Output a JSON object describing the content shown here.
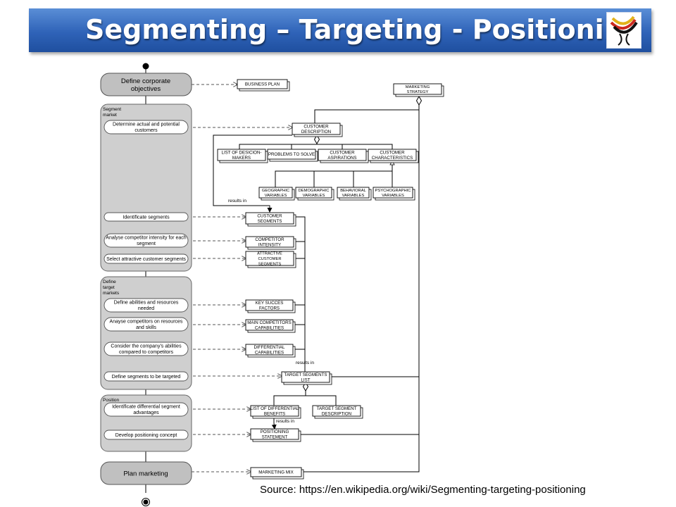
{
  "title": "Segmenting – Targeting - Positioning",
  "source": "Source: https://en.wikipedia.org/wiki/Segmenting-targeting-positioning",
  "logo_icon": "dna-helix-logo",
  "colors": {
    "banner": "#2f63b8",
    "activity_fill": "#c0c0c0",
    "group_fill": "#cfcfcf"
  },
  "diagram": {
    "start": {
      "label": "Define corporate objectives",
      "lines": [
        "Define corporate",
        "objectives"
      ]
    },
    "end": {
      "label": "Plan marketing"
    },
    "groups": {
      "segment": {
        "lines": [
          "Segment",
          "market"
        ]
      },
      "define": {
        "lines": [
          "Define",
          "target",
          "markets"
        ]
      },
      "position": {
        "lines": [
          "Position"
        ]
      }
    },
    "activities": {
      "a1": [
        "Determine actual and potential",
        "customers"
      ],
      "a2": [
        "Identificate segments"
      ],
      "a3": [
        "Analyse competitor intensity for each",
        "segment"
      ],
      "a4": [
        "Select attractive customer segments"
      ],
      "a5": [
        "Define abilities and resources",
        "needed"
      ],
      "a6": [
        "Anayse competitors on resources",
        "and skills"
      ],
      "a7": [
        "Consider the company's abilities",
        "compared to competitors"
      ],
      "a8": [
        "Define segments to be targeted"
      ],
      "a9": [
        "Identificate differential segment",
        "advantages"
      ],
      "a10": [
        "Develop positioning concept"
      ]
    },
    "objects": {
      "business_plan": [
        "BUSINESS PLAN"
      ],
      "marketing_strategy": [
        "MARKETING",
        "STRATEGY"
      ],
      "customer_description": [
        "CUSTOMER",
        "DESCRIPTION"
      ],
      "list_decision_makers": [
        "LIST OF DESICION-",
        "MAKERS"
      ],
      "problems_to_solve": [
        "PROBLEMS TO SOLVE"
      ],
      "customer_aspirations": [
        "CUSTOMER",
        "ASPIRATIONS"
      ],
      "customer_characteristics": [
        "CUSTOMER",
        "CHARACTERISTICS"
      ],
      "geographic": [
        "GEOGRAPHIC",
        "VARIABLES"
      ],
      "demographic": [
        "DEMOGRAPHIC",
        "VARIABLES"
      ],
      "behavioral": [
        "BEHAVIORAL",
        "VARIABLES"
      ],
      "psychographic": [
        "PSYCHOGRAPHIC",
        "VARIABLES"
      ],
      "customer_segments": [
        "CUSTOMER",
        "SEGMENTS"
      ],
      "competitor_intensity": [
        "COMPETITOR",
        "INTENSITY"
      ],
      "attractive_segments": [
        "ATTRACTIVE",
        "CUSTOMER",
        "SEGMENTS"
      ],
      "key_success": [
        "KEY SUCCES",
        "FACTORS"
      ],
      "main_competitors": [
        "MAIN COMPETITORS",
        "CAPABILITIES"
      ],
      "differential_capabilities": [
        "DIFFERENTIAL",
        "CAPABILITIES"
      ],
      "target_segments_list": [
        "TARGET SEGMENTS",
        "LIST"
      ],
      "list_differential_benefits": [
        "LIST OF DIFFERENTIAL",
        "BENEFITS"
      ],
      "target_segment_description": [
        "TARGET SEGMENT",
        "DESCRIPTION"
      ],
      "positioning_statement": [
        "POSITIONING",
        "STATEMENT"
      ],
      "marketing_mix": [
        "MARKETING MIX"
      ]
    },
    "results_in": "results in"
  }
}
